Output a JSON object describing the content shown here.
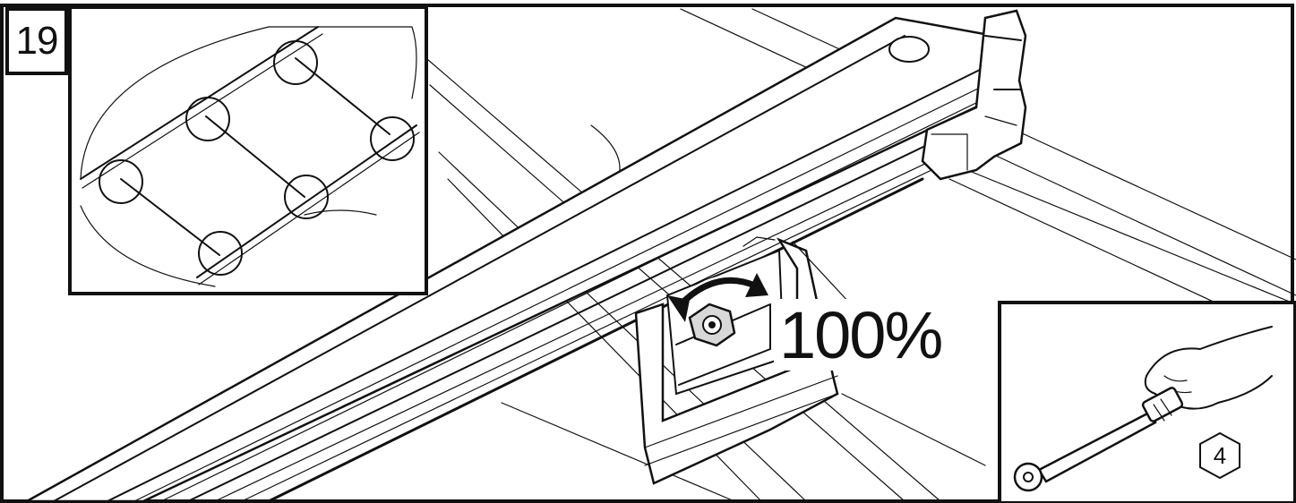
{
  "step": {
    "number": "19"
  },
  "torque": {
    "label": "100%"
  },
  "tool": {
    "size_label": "4",
    "type": "hex-key-icon"
  },
  "icons": [
    "rotation-arrow-icon",
    "ratchet-wrench-icon",
    "hand-icon"
  ],
  "inset_highlights": 6,
  "colors": {
    "ink": "#111111",
    "background": "#ffffff",
    "shade": "#d8d8d8"
  }
}
